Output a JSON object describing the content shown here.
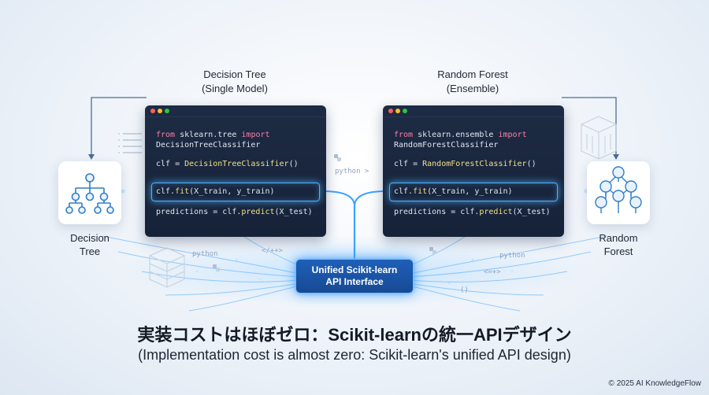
{
  "left_column": {
    "title_line1": "Decision Tree",
    "title_line2": "(Single Model)",
    "icon_label_line1": "Decision",
    "icon_label_line2": "Tree",
    "code": {
      "import_from": "from",
      "module": "sklearn.tree",
      "import_kw": "import",
      "class_name": "DecisionTreeClassifier",
      "assign_prefix": "clf = ",
      "constructor": "DecisionTreeClassifier",
      "constructor_args": "()",
      "fit_prefix": "clf.",
      "fit_fn": "fit",
      "fit_args": "(X_train, y_train)",
      "predict_prefix": "predictions = clf.",
      "predict_fn": "predict",
      "predict_args": "(X_test)"
    }
  },
  "right_column": {
    "title_line1": "Random Forest",
    "title_line2": "(Ensemble)",
    "icon_label_line1": "Random",
    "icon_label_line2": "Forest",
    "code": {
      "import_from": "from",
      "module": "sklearn.ensemble",
      "import_kw": "import",
      "class_name": "RandomForestClassifier",
      "assign_prefix": "clf = ",
      "constructor": "RandomForestClassifier",
      "constructor_args": "()",
      "fit_prefix": "clf.",
      "fit_fn": "fit",
      "fit_args": "(X_train, y_train)",
      "predict_prefix": "predictions = clf.",
      "predict_fn": "predict",
      "predict_args": "(X_test)"
    }
  },
  "api_box": {
    "line1": "Unified Scikit-learn",
    "line2": "API Interface"
  },
  "decorations": {
    "python_center": "python >",
    "python_left": "python",
    "python_right": "python",
    "code_tag_left": "</++>",
    "code_tag_right": "<=+>",
    "parens": "()"
  },
  "title": "実装コストはほぼゼロ：Scikit-learnの統一APIデザイン",
  "subtitle": "(Implementation cost is almost zero: Scikit-learn's unified API design)",
  "copyright": "© 2025 AI KnowledgeFlow",
  "colors": {
    "accent_glow": "#4fb3ff",
    "window_bg": "#1d2b44",
    "tree_icon": "#2f7fc8",
    "keyword": "#ff7fa8",
    "function": "#f1e08a"
  },
  "icons": [
    "decision-tree-icon",
    "random-forest-icon",
    "python-logo-icon",
    "database-icon",
    "cube-icon",
    "list-icon"
  ]
}
